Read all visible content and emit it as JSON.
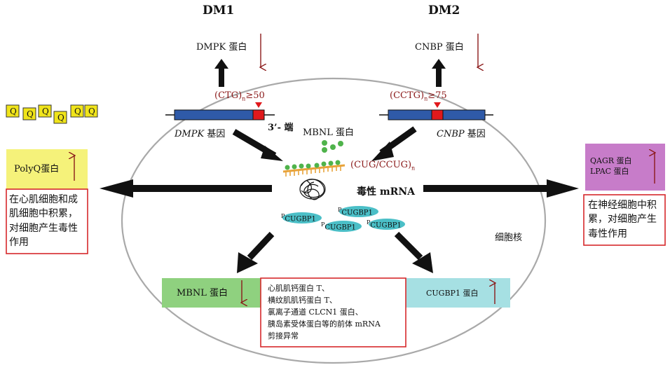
{
  "headings": {
    "dm1": "DM1",
    "dm2": "DM2"
  },
  "dm1": {
    "protein": "DMPK 蛋白",
    "repeat": "(CTG)",
    "repeat_sub": "n",
    "repeat_threshold": "≥50",
    "gene_italic": "DMPK",
    "gene_suffix": " 基因",
    "three_prime": "3’- 端"
  },
  "dm2": {
    "protein": "CNBP 蛋白",
    "repeat": "(CCTG)",
    "repeat_sub": "n",
    "repeat_threshold": "≥75",
    "gene_italic": "CNBP",
    "gene_suffix": " 基因"
  },
  "center": {
    "mbnl_label": "MBNL 蛋白",
    "repeat": "(CUG/CCUG)",
    "repeat_sub": "n",
    "toxic_mrna": "毒性 mRNA",
    "nucleus": "细胞核",
    "cugbp1_prefix": "P",
    "cugbp1_label": "CUGBP1"
  },
  "left": {
    "q_letters": [
      "Q",
      "Q",
      "Q",
      "Q",
      "Q",
      "Q"
    ],
    "polyq_label": "PolyQ蛋白",
    "effect": "在心肌细胞和成肌细胞中积累，对细胞产生毒性作用"
  },
  "right": {
    "qagr": "QAGR 蛋白",
    "lpac": "LPAC 蛋白",
    "effect": "在神经细胞中积累，对细胞产生毒性作用"
  },
  "bottom": {
    "mbnl_box": "MBNL 蛋白",
    "cugbp1_box": "CUGBP1 蛋白",
    "splicing_lines": [
      "心肌肌钙蛋白 T、",
      "横纹肌肌钙蛋白 T、",
      "氯离子通道 CLCN1 蛋白、",
      "胰岛素受体蛋白等的前体 mRNA",
      "剪接异常"
    ]
  },
  "colors": {
    "arrow_red": "#8b1a1a",
    "gene_blue": "#2f5aa8",
    "repeat_red": "#e0191c",
    "mbnl_green": "#4fb34b",
    "cugbp1_teal": "#4bbfc7",
    "polyq_yellow": "#f5f27a",
    "q_yellow": "#f0e41a",
    "qagr_purple": "#c77cc9",
    "mbnl_box_green": "#8fd17f",
    "cugbp1_box_teal": "#a6e0e3",
    "mrna_orange": "#e8a33a"
  }
}
